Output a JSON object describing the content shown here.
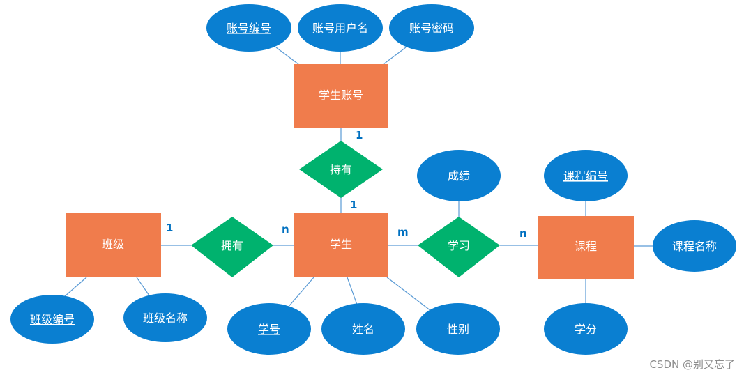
{
  "entities": {
    "student_account": "学生账号",
    "student": "学生",
    "class": "班级",
    "course": "课程"
  },
  "relationships": {
    "has_account": "持有",
    "owns": "拥有",
    "studies": "学习"
  },
  "attributes": {
    "account_id": "账号编号",
    "account_username": "账号用户名",
    "account_password": "账号密码",
    "grade": "成绩",
    "course_id": "课程编号",
    "course_name": "课程名称",
    "credit": "学分",
    "class_id": "班级编号",
    "class_name": "班级名称",
    "student_id": "学号",
    "student_name": "姓名",
    "gender": "性别"
  },
  "cardinalities": {
    "account_side": "1",
    "student_account_side": "1",
    "class_side": "1",
    "student_class_side": "n",
    "student_study_side": "m",
    "course_side": "n"
  },
  "watermark": "CSDN @别又忘了",
  "colors": {
    "entity": "#f07c4c",
    "relationship": "#00b26e",
    "attribute": "#0a7fd1",
    "line": "#5b9bd5",
    "cardinality": "#0070c0"
  }
}
